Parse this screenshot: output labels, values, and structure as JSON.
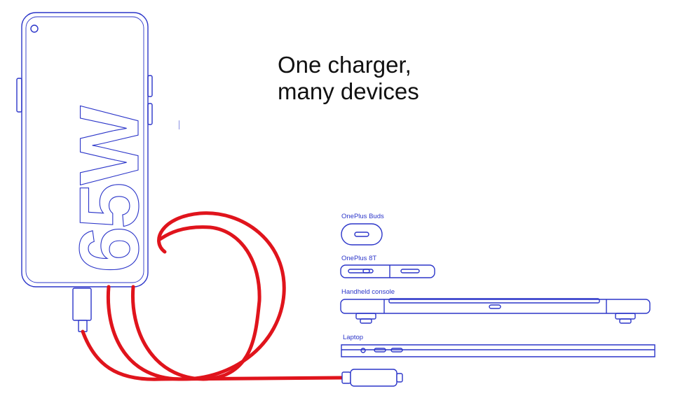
{
  "headline": {
    "line1": "One charger,",
    "line2": "many devices"
  },
  "charger": {
    "power_label": "65W"
  },
  "devices": [
    {
      "label": "OnePlus Buds"
    },
    {
      "label": "OnePlus 8T"
    },
    {
      "label": "Handheld console"
    },
    {
      "label": "Laptop"
    }
  ],
  "colors": {
    "line": "#2b35c9",
    "cable": "#e0141c",
    "text": "#111111",
    "background": "#ffffff"
  }
}
